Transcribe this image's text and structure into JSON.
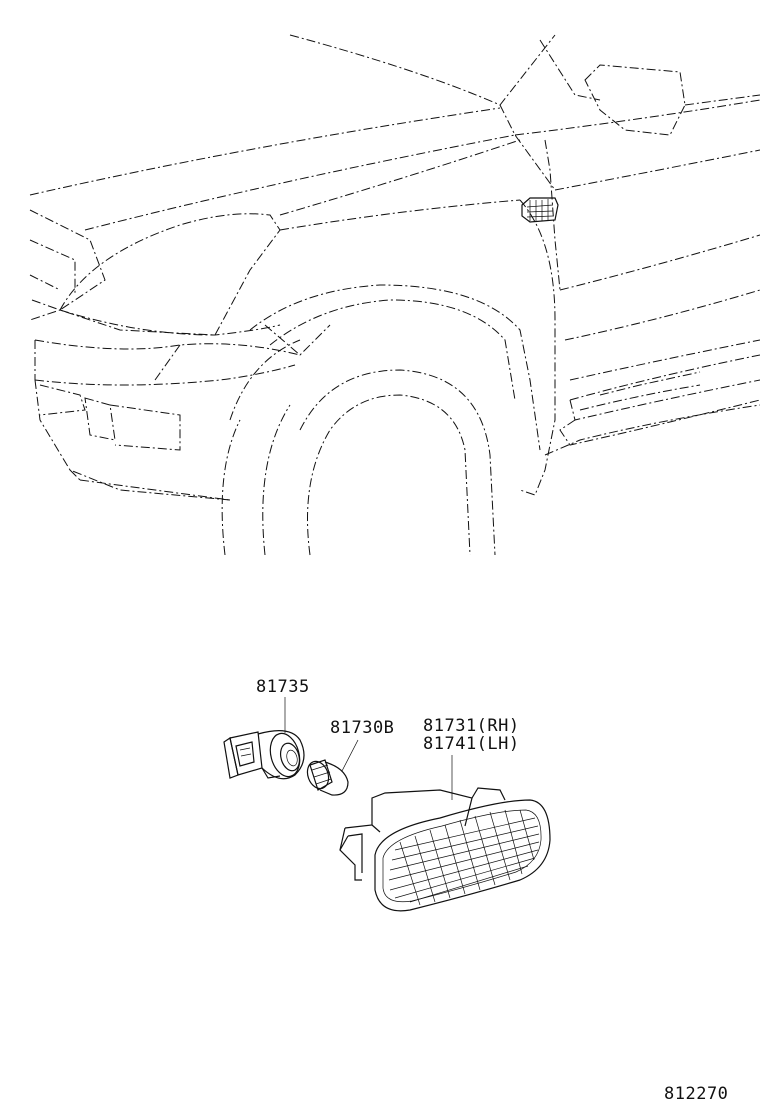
{
  "callouts": {
    "bulb_socket": "81735",
    "bulb": "81730B",
    "lamp_rh": "81731(RH)",
    "lamp_lh": "81741(LH)"
  },
  "figure_code": "812270"
}
